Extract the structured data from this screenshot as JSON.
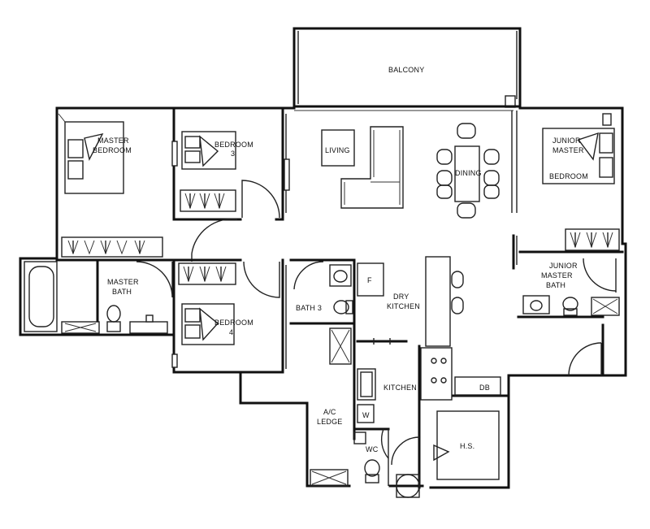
{
  "rooms": {
    "balcony": "BALCONY",
    "master_bedroom": [
      "MASTER",
      "BEDROOM"
    ],
    "bedroom_3": [
      "BEDROOM",
      "3"
    ],
    "living": "LIVING",
    "dining": "DINING",
    "junior_master_bedroom": [
      "JUNIOR",
      "MASTER",
      "BEDROOM"
    ],
    "master_bath": [
      "MASTER",
      "BATH"
    ],
    "bedroom_4": [
      "BEDROOM",
      "4"
    ],
    "bath_3": "BATH 3",
    "fridge": "F",
    "dry_kitchen": [
      "DRY",
      "KITCHEN"
    ],
    "junior_master_bath": [
      "JUNIOR",
      "MASTER",
      "BATH"
    ],
    "kitchen": "KITCHEN",
    "db": "DB",
    "ac_ledge": [
      "A/C",
      "LEDGE"
    ],
    "washer": "W",
    "wc": "WC",
    "household_shelter": "H.S."
  }
}
